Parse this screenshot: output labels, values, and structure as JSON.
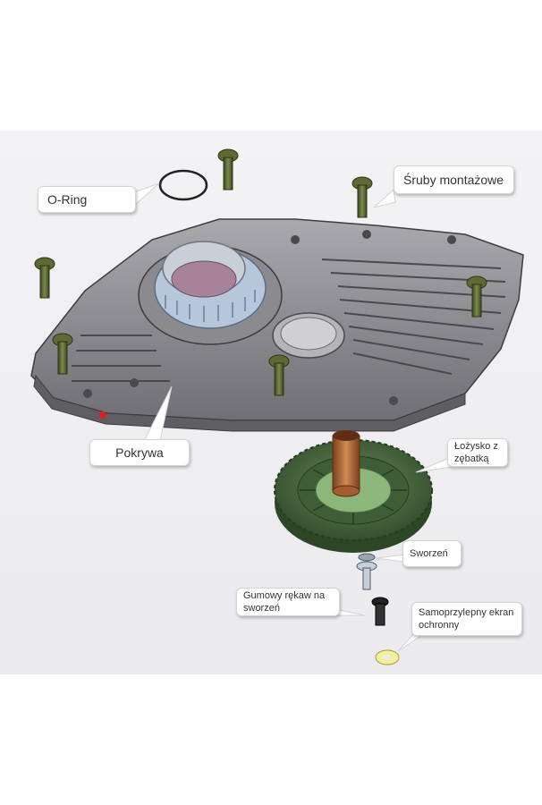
{
  "labels": {
    "o_ring": "O-Ring",
    "mounting_screws": "Śruby montażowe",
    "cover": "Pokrywa",
    "bearing_with_gear": "Łożysko z zębatką",
    "pin": "Sworzeń",
    "rubber_sleeve": "Gumowy rękaw na sworzeń",
    "protective_screen": "Samoprzylepny ekran ochronny"
  },
  "colors": {
    "callout_border": "#d4d4d4",
    "cover_fill": "#8e8e93",
    "gear_fill": "#4f6e46",
    "bolt_fill": "#4e5a2c",
    "shaft_fill": "#b06a3a",
    "screen_fill": "#f2efa0"
  }
}
